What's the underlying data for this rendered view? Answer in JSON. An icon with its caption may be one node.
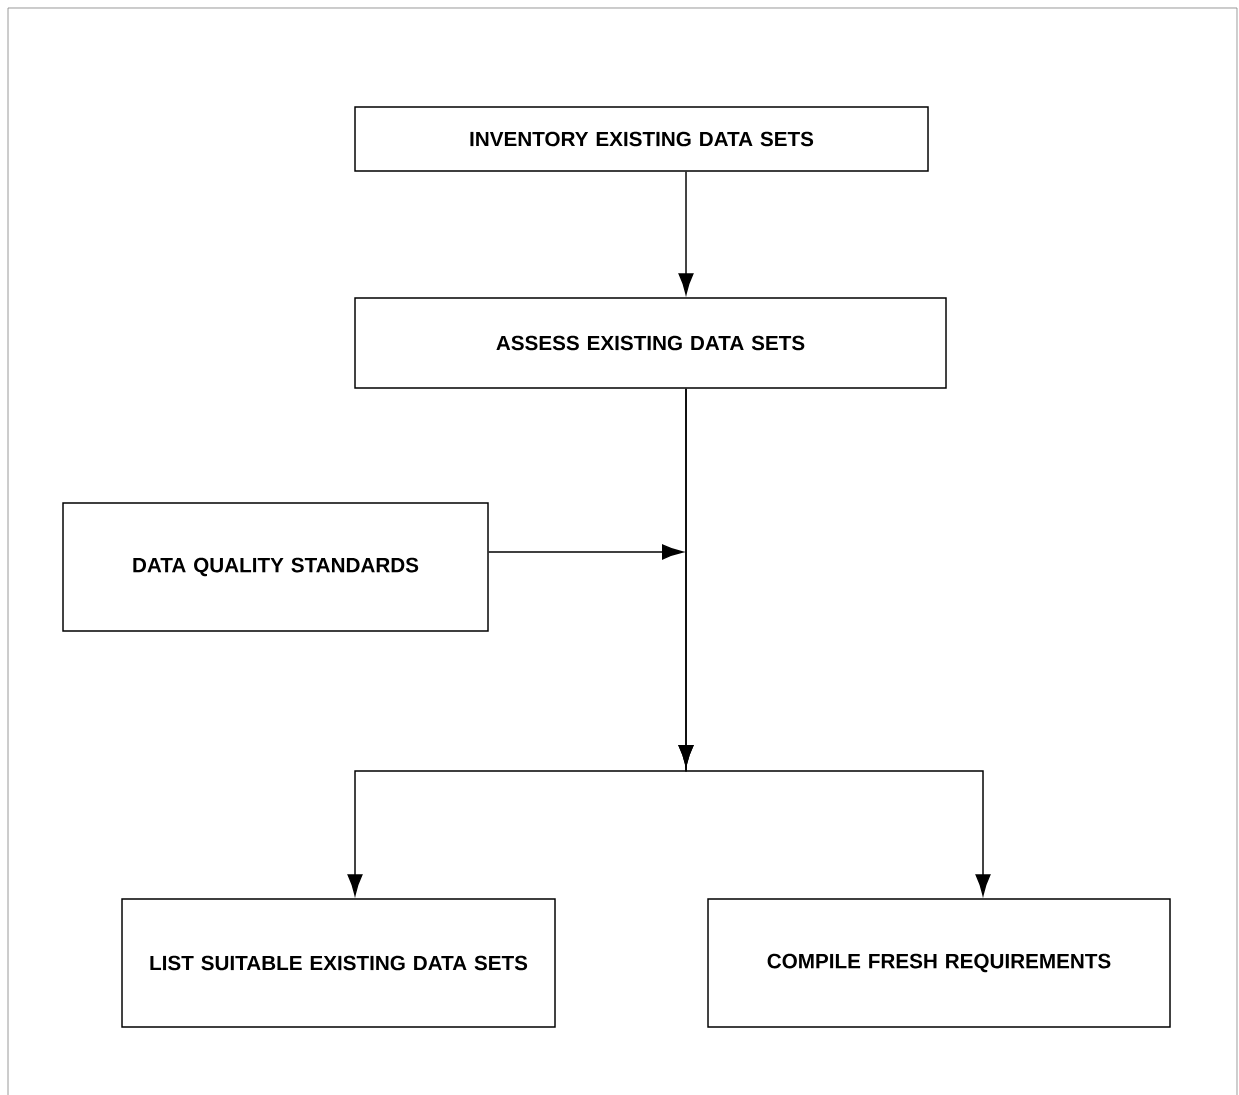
{
  "diagram": {
    "nodes": [
      {
        "text": [
          "INVENTORY EXISTING DATA SETS"
        ]
      },
      {
        "text": [
          "ASSESS EXISTING DATA SETS"
        ]
      },
      {
        "text": [
          "DATA QUALITY STANDARDS"
        ]
      },
      {
        "text": [
          "LIST SUITABLE EXISTING DATA SETS"
        ]
      },
      {
        "text": [
          "COMPILE FRESH REQUIREMENTS"
        ]
      }
    ],
    "edges": [
      {
        "from": 0,
        "to": 1,
        "arrow": "to"
      },
      {
        "from": 1,
        "to": 3,
        "arrow": "to"
      },
      {
        "from": 1,
        "to": 4,
        "arrow": "to"
      },
      {
        "from": 2,
        "to": null,
        "arrow": "to"
      }
    ]
  }
}
